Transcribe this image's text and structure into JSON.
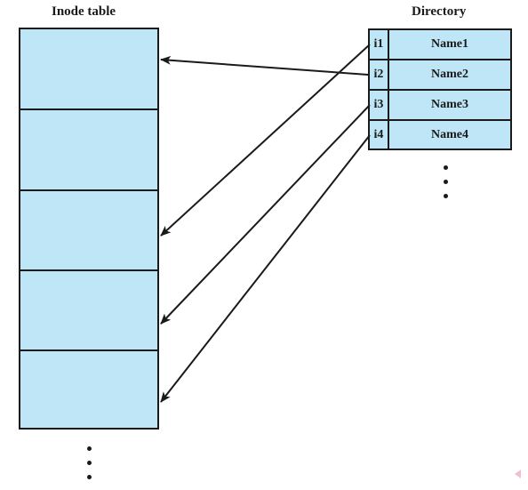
{
  "inode_table": {
    "title": "Inode table",
    "row_count": 5
  },
  "directory": {
    "title": "Directory",
    "entries": [
      {
        "index": "i1",
        "name": "Name1"
      },
      {
        "index": "i2",
        "name": "Name2"
      },
      {
        "index": "i3",
        "name": "Name3"
      },
      {
        "index": "i4",
        "name": "Name4"
      }
    ]
  },
  "links": [
    {
      "from": "i1",
      "to_inode_row": 3
    },
    {
      "from": "i2",
      "to_inode_row": 1
    },
    {
      "from": "i3",
      "to_inode_row": 4
    },
    {
      "from": "i4",
      "to_inode_row": 5
    }
  ],
  "colors": {
    "fill": "#bfe6f7",
    "stroke": "#1a1a1a"
  }
}
